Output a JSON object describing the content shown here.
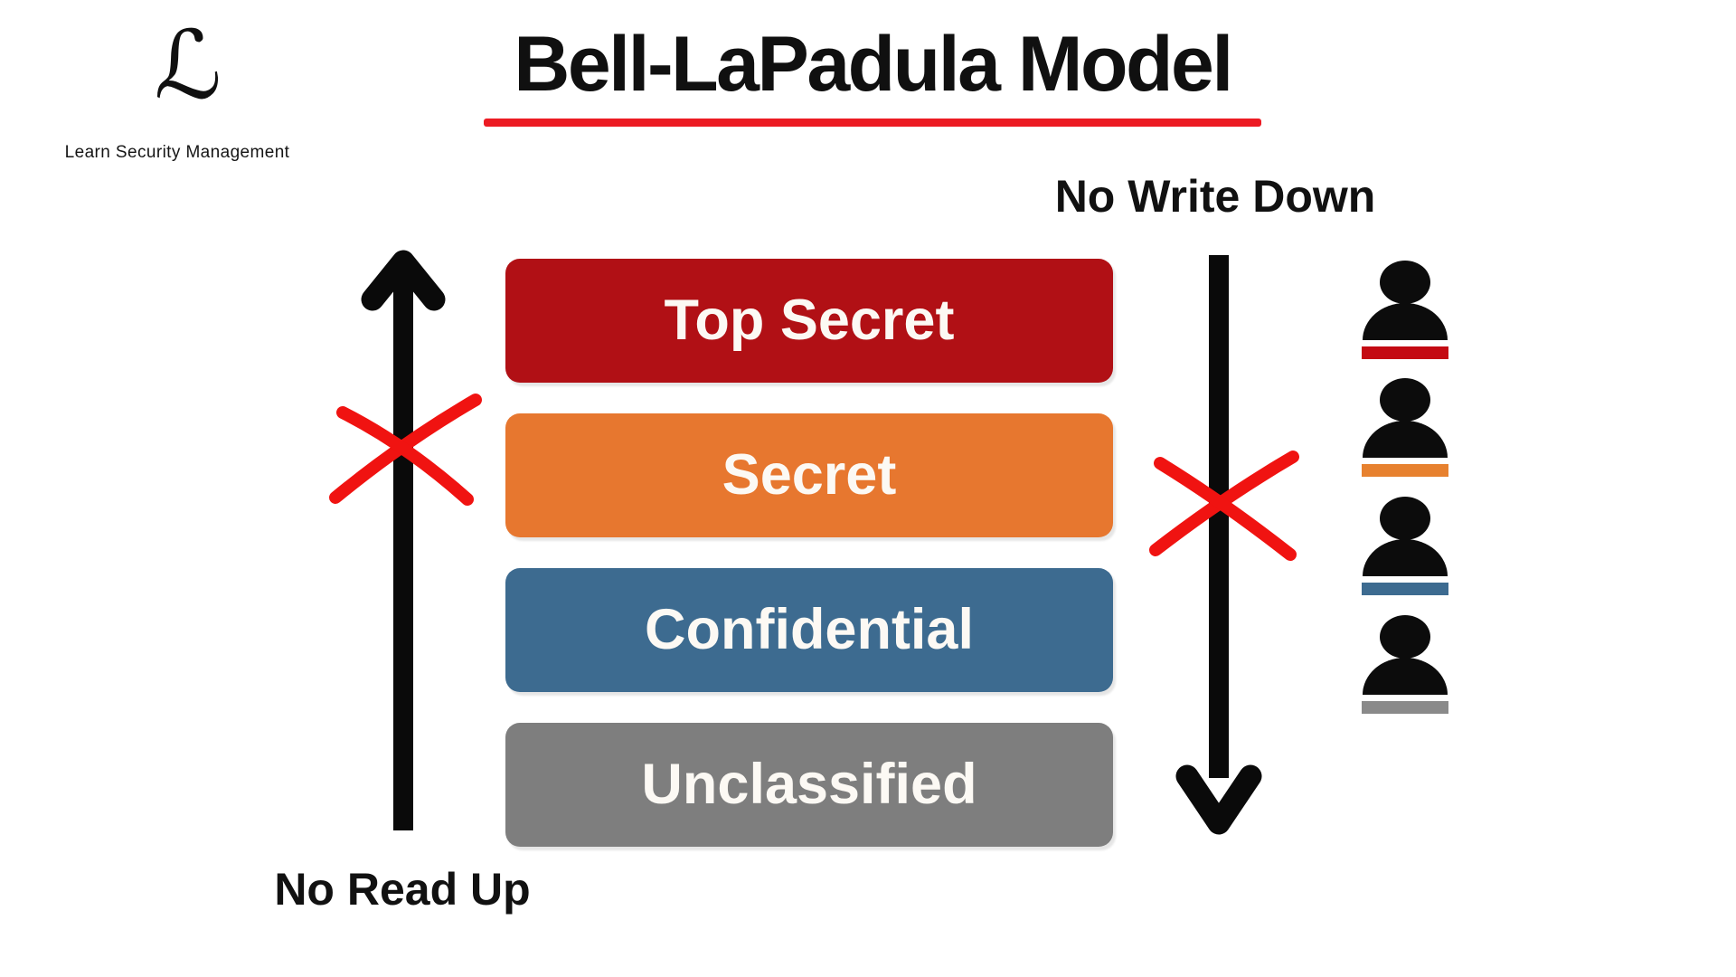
{
  "logo": {
    "glyph": "ℒ",
    "caption": "Learn Security Management"
  },
  "title": "Bell-LaPadula Model",
  "rules": {
    "no_read_up": "No Read Up",
    "no_write_down": "No Write Down"
  },
  "levels": [
    {
      "id": "top-secret",
      "label": "Top Secret",
      "color": "#B11015"
    },
    {
      "id": "secret",
      "label": "Secret",
      "color": "#E7772F"
    },
    {
      "id": "confidential",
      "label": "Confidential",
      "color": "#3D6B90"
    },
    {
      "id": "unclassified",
      "label": "Unclassified",
      "color": "#7E7E7E"
    }
  ],
  "users": [
    {
      "clearance": "Top Secret",
      "badge_color": "#C40A12"
    },
    {
      "clearance": "Secret",
      "badge_color": "#E7812F"
    },
    {
      "clearance": "Confidential",
      "badge_color": "#3D6B90"
    },
    {
      "clearance": "Unclassified",
      "badge_color": "#8A8A8A"
    }
  ],
  "accents": {
    "underline": "#EC1B23",
    "cross": "#F01311",
    "arrow": "#0A0A0A",
    "user_icon": "#0C0C0C",
    "background": "#FFFFFF",
    "label_text": "#FCF9F4"
  }
}
